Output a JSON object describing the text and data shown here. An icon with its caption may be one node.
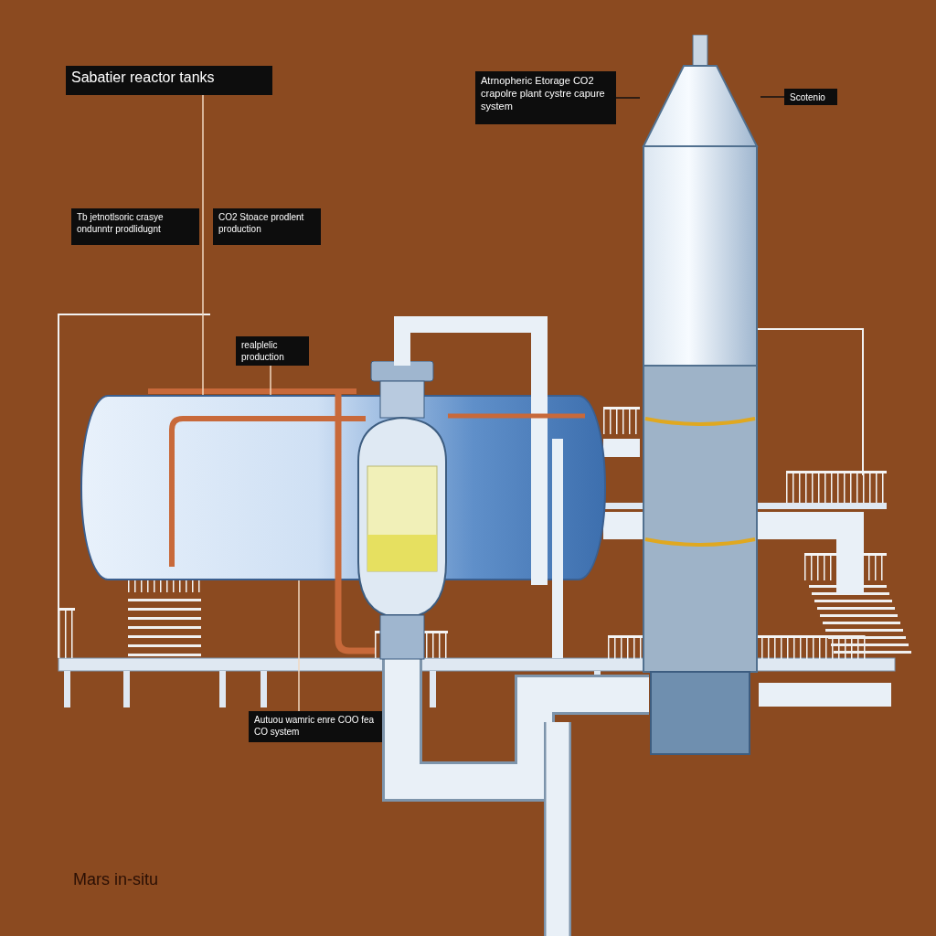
{
  "diagram": {
    "nodes": [
      {
        "text": [
          "Sabatier reactor tanks"
        ]
      },
      {
        "text": [
          "Tb jetnotlsoric crasye ondunntr prodlidugnt"
        ]
      },
      {
        "text": [
          "CO2 Stoace prodlent production"
        ]
      },
      {
        "text": [
          "Atrnopheric Etorage CO2 crapolre plant cystre capure system"
        ]
      },
      {
        "text": [
          "Scotenio"
        ]
      },
      {
        "text": [
          "realplelic production"
        ]
      },
      {
        "text": [
          "Autuou wamric enre COO fea CO system"
        ]
      },
      {
        "text": [],
        "shape": "picture"
      },
      {
        "text": [],
        "shape": "picture"
      },
      {
        "text": [],
        "shape": "picture"
      }
    ],
    "edges": [
      {
        "from": 0,
        "to": 7,
        "arrow": "none"
      },
      {
        "from": 5,
        "to": 7,
        "arrow": "none"
      },
      {
        "from": 3,
        "to": 9,
        "arrow": "none",
        "color": "#111111"
      },
      {
        "from": 4,
        "to": 9,
        "arrow": "none",
        "color": "#111111"
      },
      {
        "from": 6,
        "to": 7,
        "arrow": "none"
      }
    ],
    "labels": [
      "Mars in-situ"
    ]
  }
}
